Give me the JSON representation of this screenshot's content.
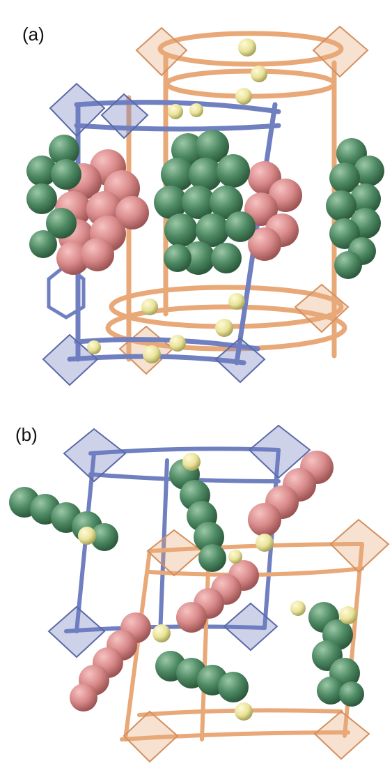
{
  "figure": {
    "panels": [
      {
        "id": "a",
        "label": "(a)"
      },
      {
        "id": "b",
        "label": "(b)"
      }
    ]
  },
  "colors": {
    "framework_blue": "#6f7fc0",
    "framework_orange": "#e8a878",
    "guest_green": "#4e8a64",
    "guest_pink": "#d98a8a",
    "metal_yellow": "#e9e39a"
  }
}
